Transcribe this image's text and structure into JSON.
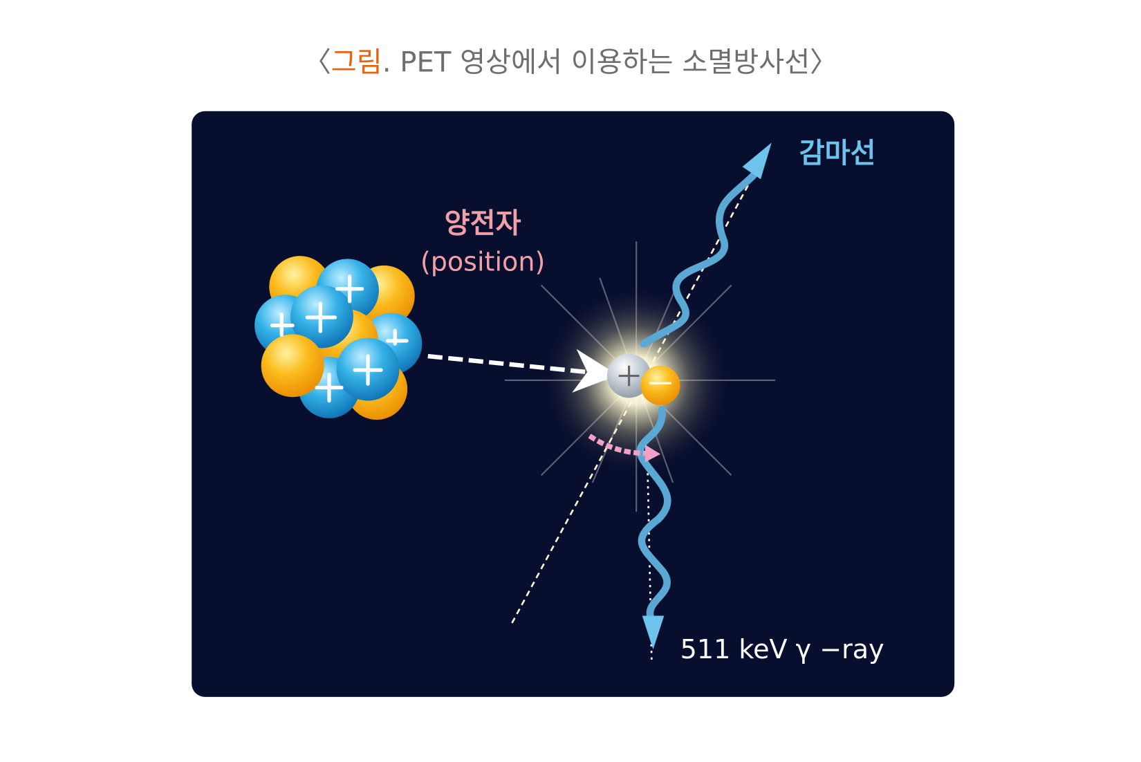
{
  "title": {
    "open_bracket": "〈",
    "prefix": "그림",
    "rest": ". PET 영상에서 이용하는 소멸방사선",
    "close_bracket": "〉"
  },
  "diagram": {
    "positron_label_ko": "양전자",
    "positron_label_en": "(position)",
    "gamma_label_ko": "감마선",
    "gamma_label_en": "511 keV γ −ray"
  },
  "colors": {
    "panel": "#080e2e",
    "accent_orange": "#e8620f",
    "positron_pink": "#f2a0a8",
    "gamma_blue": "#6cc4ec"
  }
}
